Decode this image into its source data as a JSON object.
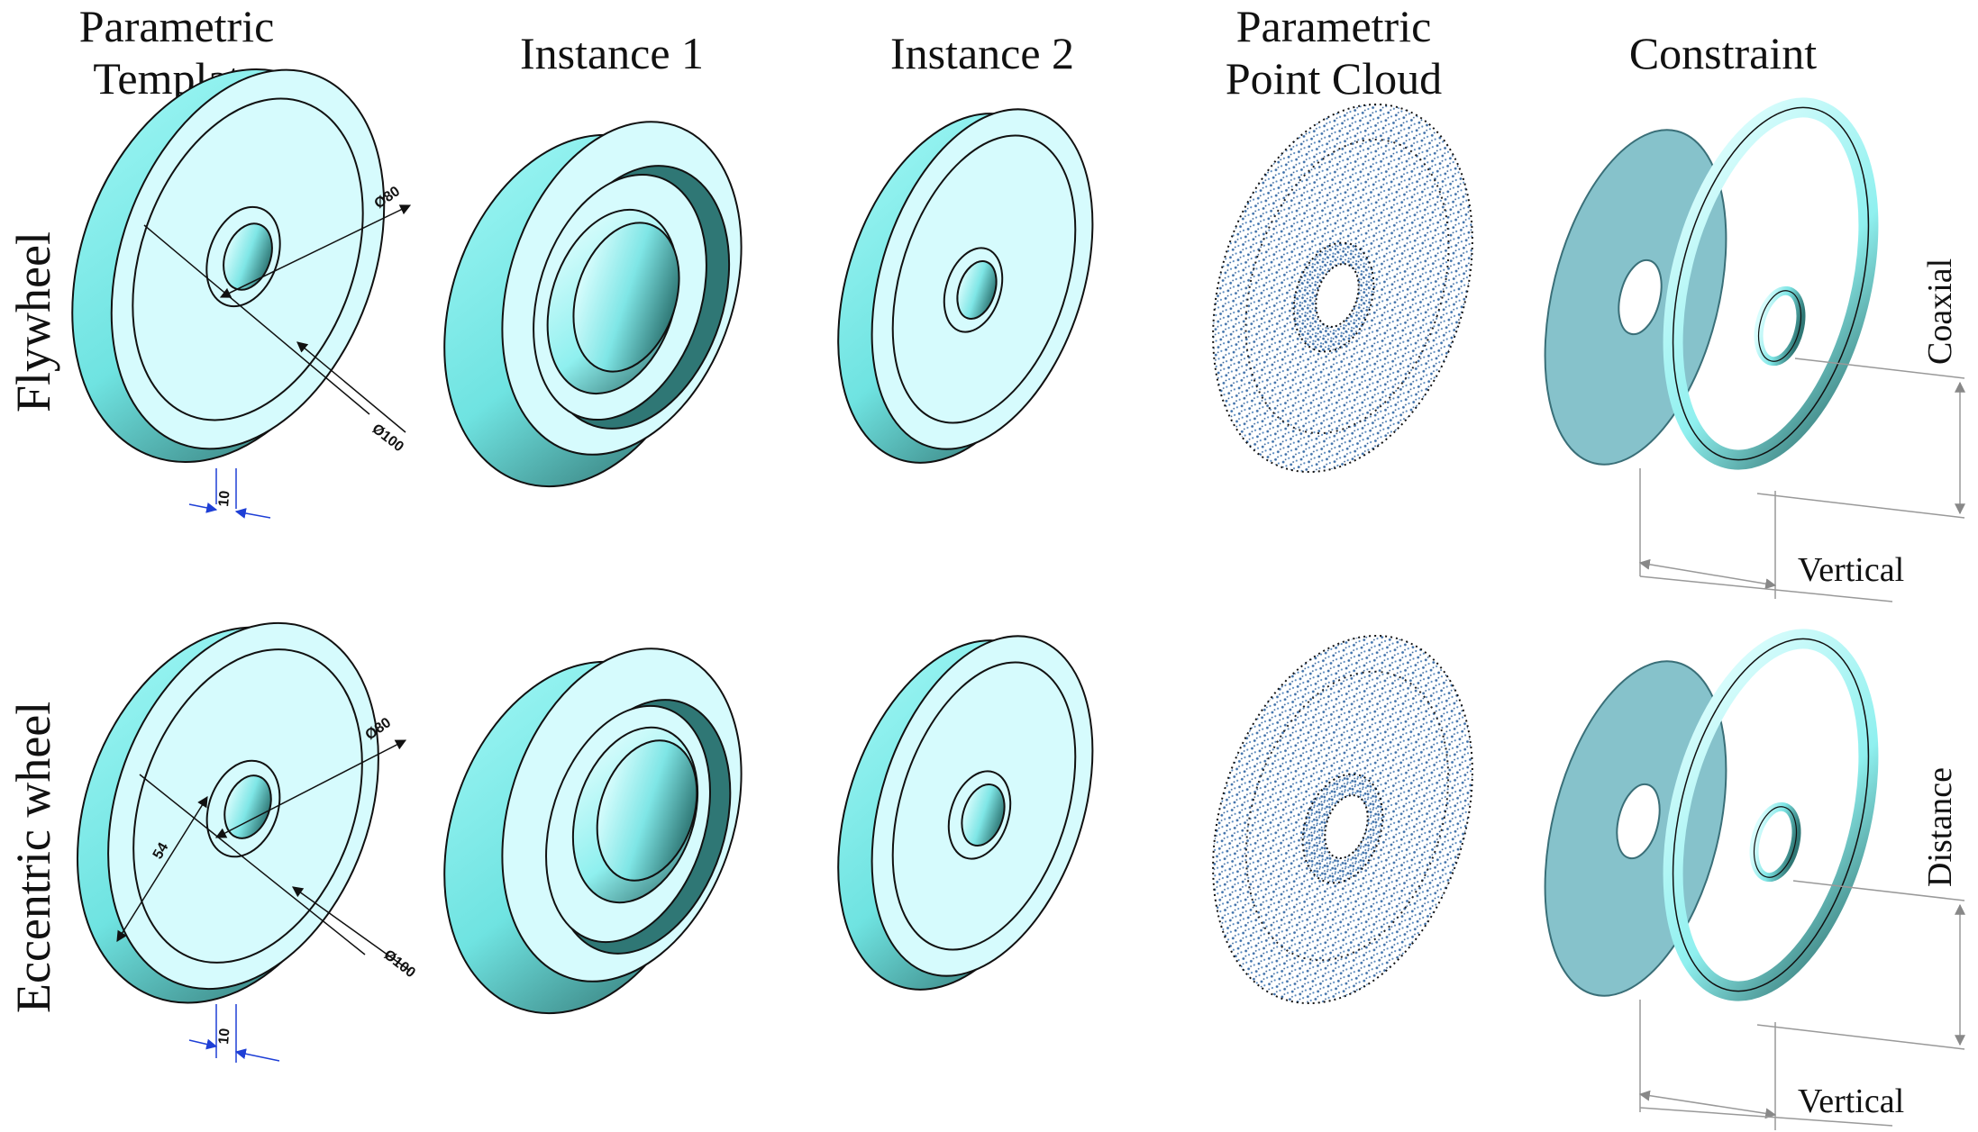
{
  "columns": [
    {
      "line1": "Parametric",
      "line2": "Template"
    },
    {
      "line1": "Instance 1",
      "line2": ""
    },
    {
      "line1": "Instance 2",
      "line2": ""
    },
    {
      "line1": "Parametric",
      "line2": "Point Cloud"
    },
    {
      "line1": "Constraint",
      "line2": ""
    }
  ],
  "rows": [
    {
      "label": "Flywheel",
      "dims": {
        "inner": "Ø80",
        "outer": "Ø100",
        "width": "10"
      },
      "constraints": {
        "primary": "Coaxial",
        "secondary": "Vertical"
      }
    },
    {
      "label": "Eccentric wheel",
      "dims": {
        "inner": "Ø80",
        "outer": "Ø100",
        "width": "10",
        "offset": "54"
      },
      "constraints": {
        "primary": "Distance",
        "secondary": "Vertical"
      }
    }
  ],
  "colors": {
    "face": "#d6fbfd",
    "rim": "#7ff0ef",
    "shade": "#3d8c8a",
    "disk": "#86c2cb",
    "dimension_blue": "#1e3fd6",
    "points": "#3b6ea8"
  }
}
